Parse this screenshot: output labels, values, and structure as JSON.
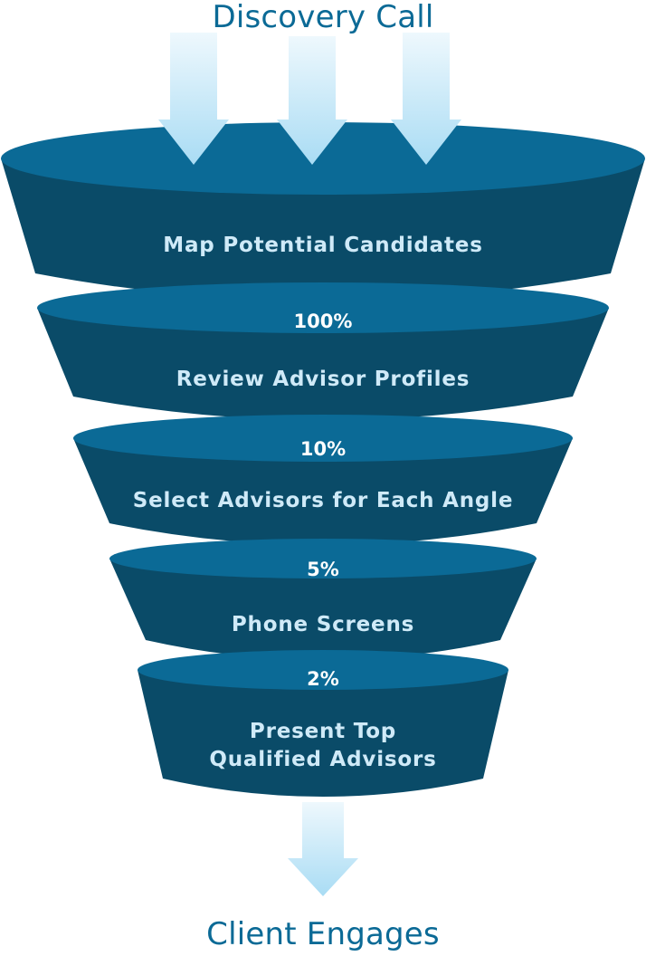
{
  "top_label": "Discovery Call",
  "bottom_label": "Client Engages",
  "stages": [
    {
      "label": "Map Potential Candidates",
      "percent": ""
    },
    {
      "label": "Review Advisor Profiles",
      "percent": "100%"
    },
    {
      "label": "Select Advisors for Each Angle",
      "percent": "10%"
    },
    {
      "label": "Phone Screens",
      "percent": "5%"
    },
    {
      "label": "Present Top\nQualified Advisors",
      "percent": "2%"
    }
  ],
  "colors": {
    "title": "#0b6a96",
    "rim": "#0b6a96",
    "body": "#0a4b68",
    "text": "#cfeaf8",
    "percent": "#ffffff",
    "arrow_top": "#e8f6fd",
    "arrow_bottom": "#a9dcf4"
  }
}
